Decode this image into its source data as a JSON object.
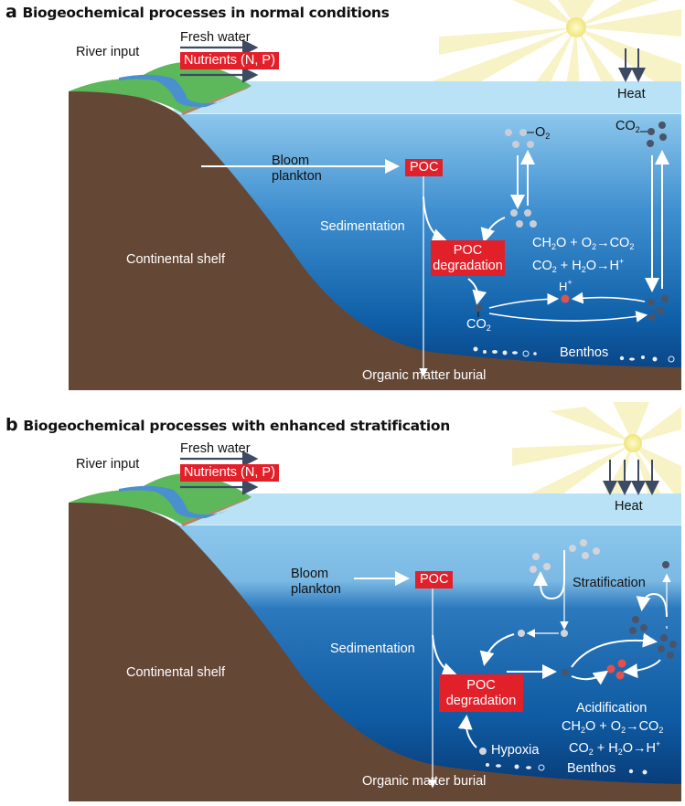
{
  "colors": {
    "land": "#654736",
    "grass": "#5cb85a",
    "river": "#4a90cf",
    "surface_water": "#b9e2f6",
    "deep_water": "#0d4f8f",
    "red_box": "#e2202a",
    "arrow_dark": "#3c4a63",
    "sun": "#f2ea9a"
  },
  "panel_a": {
    "letter": "a",
    "title": "Biogeochemical processes in normal conditions",
    "river_input": "River input",
    "fresh_water": "Fresh water",
    "nutrients": "Nutrients (N, P)",
    "heat": "Heat",
    "heat_arrow_count": 2,
    "continental_shelf": "Continental shelf",
    "bloom_plankton_1": "Bloom",
    "bloom_plankton_2": "plankton",
    "poc": "POC",
    "sedimentation": "Sedimentation",
    "poc_degradation_1": "POC",
    "poc_degradation_2": "degradation",
    "o2_label": "O",
    "o2_sub": "2",
    "co2_label": "CO",
    "co2_sub": "2",
    "h_plus": "H",
    "h_plus_sup": "+",
    "eq1": {
      "a": "CH",
      "a_sub": "2",
      "b": "O + O",
      "b_sub": "2",
      "c": "→CO",
      "c_sub": "2"
    },
    "eq2": {
      "a": "CO",
      "a_sub": "2",
      "b": " + H",
      "b_sub": "2",
      "c": "O→H",
      "c_sup": "+"
    },
    "co2_bottom": "CO",
    "co2_bottom_sub": "2",
    "benthos": "Benthos",
    "burial": "Organic matter burial"
  },
  "panel_b": {
    "letter": "b",
    "title": "Biogeochemical processes with enhanced stratification",
    "river_input": "River input",
    "fresh_water": "Fresh water",
    "nutrients": "Nutrients (N, P)",
    "heat": "Heat",
    "heat_arrow_count": 4,
    "continental_shelf": "Continental shelf",
    "bloom_plankton_1": "Bloom",
    "bloom_plankton_2": "plankton",
    "poc": "POC",
    "sedimentation": "Sedimentation",
    "poc_degradation_1": "POC",
    "poc_degradation_2": "degradation",
    "stratification": "Stratification",
    "acidification": "Acidification",
    "eq1": {
      "a": "CH",
      "a_sub": "2",
      "b": "O + O",
      "b_sub": "2",
      "c": "→CO",
      "c_sub": "2"
    },
    "eq2": {
      "a": "CO",
      "a_sub": "2",
      "b": " + H",
      "b_sub": "2",
      "c": "O→H",
      "c_sup": "+"
    },
    "hypoxia": "Hypoxia",
    "benthos": "Benthos",
    "burial": "Organic matter burial"
  }
}
